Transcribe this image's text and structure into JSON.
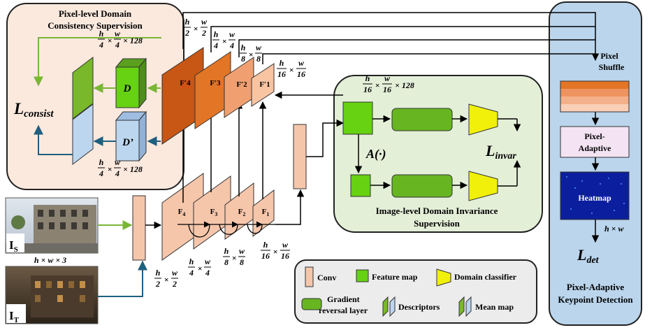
{
  "panels": {
    "consistency_title_1": "Pixel-level Domain",
    "consistency_title_2": "Consistency Supervision",
    "invariance_title_1": "Image-level Domain Invariance",
    "invariance_title_2": "Supervision",
    "detection_title_1": "Pixel-Adaptive",
    "detection_title_2": "Keypoint Detection"
  },
  "labels": {
    "l_consist": "L",
    "l_consist_sub": "consist",
    "l_invar": "L",
    "l_invar_sub": "invar",
    "l_det": "L",
    "l_det_sub": "det",
    "D": "D",
    "D_prime": "D’",
    "A_func": "A(·)",
    "pixel_shuffle_1": "Pixel",
    "pixel_shuffle_2": "Shuffle",
    "pixel_adaptive_1": "Pixel-",
    "pixel_adaptive_2": "Adaptive",
    "heatmap": "Heatmap",
    "h_times_w": "h × w",
    "hw3": "h × w × 3",
    "i_s": "I",
    "i_s_sub": "S",
    "i_t": "I",
    "i_t_sub": "T",
    "times_128": "× 128"
  },
  "features": {
    "decoder": [
      "F′4",
      "F′3",
      "F′2",
      "F′1"
    ],
    "encoder": [
      "F4",
      "F3",
      "F2",
      "F1"
    ],
    "encoder_main": [
      "F",
      "F",
      "F",
      "F"
    ],
    "encoder_sub": [
      "4",
      "3",
      "2",
      "1"
    ]
  },
  "fractions": {
    "h2": {
      "num": "h",
      "den": "2"
    },
    "w2": {
      "num": "w",
      "den": "2"
    },
    "h4": {
      "num": "h",
      "den": "4"
    },
    "w4": {
      "num": "w",
      "den": "4"
    },
    "h8": {
      "num": "h",
      "den": "8"
    },
    "w8": {
      "num": "w",
      "den": "8"
    },
    "h16": {
      "num": "h",
      "den": "16"
    },
    "w16": {
      "num": "w",
      "den": "16"
    }
  },
  "legend": {
    "conv": "Conv",
    "feature_map": "Feature map",
    "domain_classifier": "Domain classifier",
    "gradient_1": "Gradient",
    "gradient_2": "reversal layer",
    "descriptors": "Descriptors",
    "mean_map": "Mean map"
  },
  "colors": {
    "conv": "#f6c6ab",
    "conv_stroke": "#333333",
    "feature_map": "#66d211",
    "gradient": "#66b521",
    "classifier": "#f0f00a",
    "orange_dark": "#c85614",
    "orange_mid": "#e27526",
    "orange_light": "#f0a070",
    "orange_pale": "#f8c4a2",
    "green_arrow": "#79b636",
    "blue_arrow": "#1f5f7f",
    "panel_pink": "#fbe9de",
    "panel_green": "#e4efd8",
    "panel_blue": "#bad5ec",
    "descriptor_green": "#7ab82b",
    "descriptor_blue": "#bcd6ef",
    "heatmap_bg": "#0b1f9e"
  }
}
